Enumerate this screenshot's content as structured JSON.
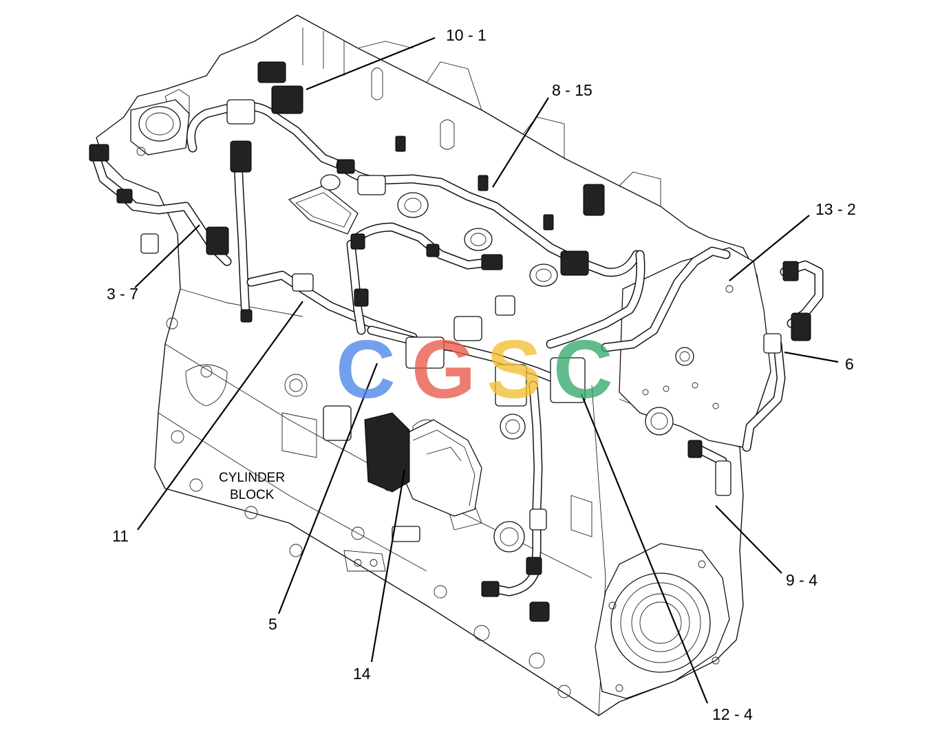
{
  "diagram": {
    "block_label": [
      "CYLINDER",
      "BLOCK"
    ],
    "callouts": [
      {
        "id": "10-1",
        "text": "10 - 1"
      },
      {
        "id": "8-15",
        "text": "8 - 15"
      },
      {
        "id": "13-2",
        "text": "13 - 2"
      },
      {
        "id": "3-7",
        "text": "3 - 7"
      },
      {
        "id": "6",
        "text": "6"
      },
      {
        "id": "9-4",
        "text": "9 - 4"
      },
      {
        "id": "11",
        "text": "11"
      },
      {
        "id": "5",
        "text": "5"
      },
      {
        "id": "14",
        "text": "14"
      },
      {
        "id": "12-4",
        "text": "12 - 4"
      }
    ],
    "watermark": {
      "letters": [
        "C",
        "G",
        "S",
        "C"
      ],
      "colors": [
        "#4d86e8",
        "#e8594a",
        "#f3c033",
        "#37a86b"
      ]
    }
  }
}
